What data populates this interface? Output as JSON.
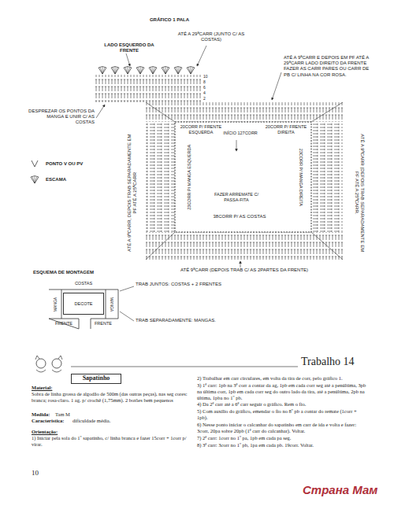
{
  "diagram": {
    "title": "GRÁFICO 1 PALA",
    "nodes": [
      {
        "text": [
          "DECOTE"
        ]
      },
      {
        "text": [
          "Sapatinho"
        ]
      }
    ],
    "labels": [
      "LADO ESQUERDO DA FRENTE",
      "ATÉ A 29ªCARR (JUNTO C/ AS COSTAS)",
      "10",
      "8",
      "6",
      "4",
      "2",
      "ATÉ A 9ªCARR E DEPOIS EM PF ATÉ A 29ªCARR LADO DIREITO DA FRENTE FAZER AS CARR PARES OU CARR DE PB C/ LINHA NA COR ROSA.",
      "DESPREZAR OS PONTOS DA MANGA E UNIR C/ AS COSTAS",
      "20CORR P/ FRENTE ESQUERDA",
      "INÍCIO 127CORR",
      "20CORR P/ FRENTE DIREITA",
      "ATÉ A 9ªCARR, DEPOIS TRAB SEPARADAMENTE EM PF ATÉ A 25ªCARR",
      "23CORR P/ MANGA ESQUERDA",
      "23CORR P/ MANGA DIREITA",
      "ATÉ A 9ªCARR (DEPOIS TRAB SEPARADAMENTE EM PF ATÉ A 25ªCARR.",
      "FAZER ARREMATE C/ PASSA-FITA",
      "38CORR P/ AS COSTAS",
      "ATÉ 9ªCARR (DEPOIS TRAB C/ AS 2PARTES DA FRENTE)",
      "ESQUEMA DE MONTAGEM",
      "COSTAS",
      "MANGA",
      "MANGA",
      "FRENTE",
      "FRENTE",
      "TRAB JUNTOS: COSTAS + 2 FRENTES",
      "TRAB SEPARADAMENTE: MANGAS.",
      "Trabalho 14",
      "Material:",
      "Sobra de linha grossa de algodão de 500m (das outras peças), nas seg cores: branca; rosa-claro. 1 ag. p/ crochê (1,75mm). 2 botões bem pequenos",
      "Medida:",
      "Tam M",
      "Característica:",
      "dificuldade média.",
      "Orientação:",
      "1) Iniciar pela sola do 1º sapatinho, c/ linha branca e fazer 15corr + 1corr p/ virar.",
      "2) Trabalhar em carr circulares, em volta da tira de corr, pelo gráfico 1.",
      "3) 1ª carr: 1pb na 3ª corr a contar da ag, 1pb em cada corr seg até a penúltima, 3pb na última corr, 1pb em cada corr seg do outro lado da tira, até a penúltima, 2pb na última, 1pba no 1º pb.",
      "4) Da 2ª carr até a 6ª carr seguir o gráfico. Rem o fio.",
      "5) Com auxílio do gráfico, emendar o fio no 8º pb a contar do remate (1corr + 1pb).",
      "6) Nesse ponto iniciar o calcanhar do sapatinho em carr de ida e volta e fazer: 3corr, 20pa sobre 20pb (1ª carr do calcanhar). Voltar.",
      "7) 2ª carr: 1corr no 1º pa, 1pb em cada pa seg.",
      "8) 3ª carr: 3corr no 1º pb, 1pa em cada pb. 19corr. Voltar.",
      "10",
      "Страна Мам"
    ],
    "legend": [
      {
        "text": "PONTO V OU PV"
      },
      {
        "text": "ESCAMA"
      }
    ]
  }
}
